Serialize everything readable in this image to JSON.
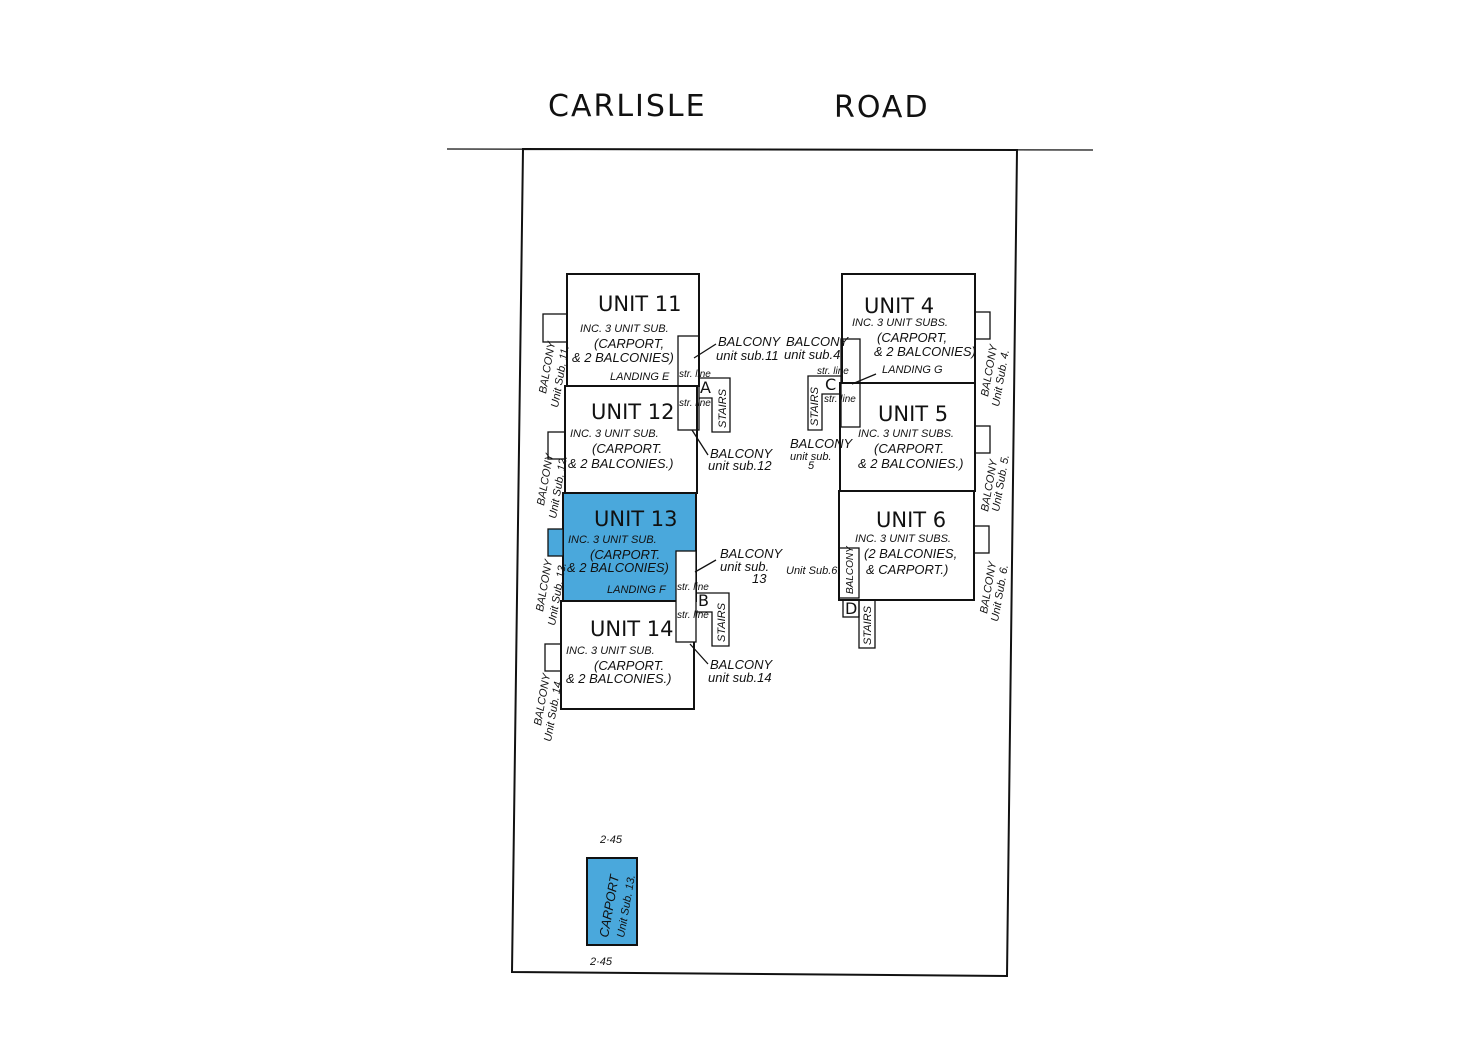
{
  "road": {
    "word1": "CARLISLE",
    "word2": "ROAD"
  },
  "highlight_color": "#4aa8dc",
  "units": {
    "u11": {
      "name": "UNIT 11",
      "l1": "INC. 3 UNIT SUB.",
      "l2": "(CARPORT,",
      "l3": "& 2 BALCONIES)",
      "landing": "LANDING E",
      "side": "BALCONY",
      "side2": "Unit Sub. 11."
    },
    "u12": {
      "name": "UNIT 12",
      "l1": "INC. 3 UNIT SUB.",
      "l2": "(CARPORT.",
      "l3": "& 2 BALCONIES.)",
      "side": "BALCONY",
      "side2": "Unit Sub. 12."
    },
    "u13": {
      "name": "UNIT 13",
      "l1": "INC. 3 UNIT SUB.",
      "l2": "(CARPORT.",
      "l3": "& 2 BALCONIES)",
      "landing": "LANDING F",
      "side": "BALCONY",
      "side2": "Unit Sub. 13."
    },
    "u14": {
      "name": "UNIT 14",
      "l1": "INC. 3 UNIT SUB.",
      "l2": "(CARPORT.",
      "l3": "& 2 BALCONIES.)",
      "side": "BALCONY",
      "side2": "Unit Sub. 14."
    },
    "u4": {
      "name": "UNIT 4",
      "l1": "INC. 3 UNIT SUBS.",
      "l2": "(CARPORT,",
      "l3": "& 2 BALCONIES)",
      "landing": "LANDING G",
      "side": "BALCONY",
      "side2": "Unit Sub. 4."
    },
    "u5": {
      "name": "UNIT 5",
      "l1": "INC. 3 UNIT SUBS.",
      "l2": "(CARPORT.",
      "l3": "& 2 BALCONIES.)",
      "side": "BALCONY",
      "side2": "Unit Sub. 5."
    },
    "u6": {
      "name": "UNIT 6",
      "l1": "INC. 3 UNIT SUBS.",
      "l2": "(2 BALCONIES,",
      "l3": "& CARPORT.)",
      "side": "BALCONY",
      "side2": "Unit Sub. 6."
    }
  },
  "stairs": {
    "a": "A",
    "b": "B",
    "c": "C",
    "d": "D",
    "label": "STAIRS",
    "str_line": "str. line"
  },
  "balconies": {
    "b11": [
      "BALCONY",
      "unit sub.11"
    ],
    "b12": [
      "BALCONY",
      "unit sub.12"
    ],
    "b13": [
      "BALCONY",
      "unit sub.",
      "13"
    ],
    "b14": [
      "BALCONY",
      "unit sub.14"
    ],
    "b4": [
      "BALCONY",
      "unit sub.4"
    ],
    "b5": [
      "BALCONY",
      "unit sub.",
      "5"
    ],
    "b6_label": "Unit Sub.6.",
    "b6_strip": "BALCONY"
  },
  "carport": {
    "l1": "CARPORT",
    "l2": "Unit Sub. 13.",
    "dim_top": "2·45",
    "dim_bottom": "2·45"
  }
}
